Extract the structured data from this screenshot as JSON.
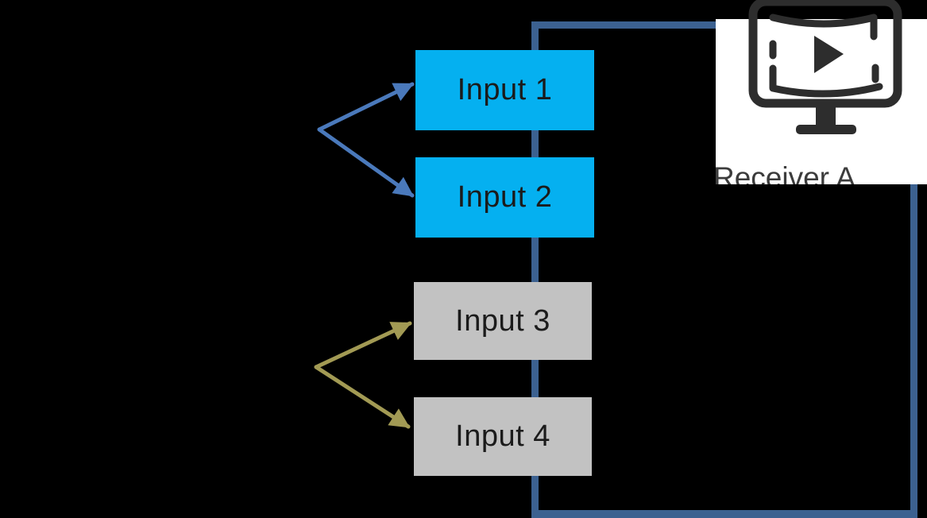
{
  "background": "#000000",
  "inputs": [
    {
      "label": "Input 1",
      "fill": "#05b0f0",
      "group": "blue-pair"
    },
    {
      "label": "Input 2",
      "fill": "#05b0f0",
      "group": "blue-pair"
    },
    {
      "label": "Input 3",
      "fill": "#c2c2c2",
      "group": "olive-pair"
    },
    {
      "label": "Input 4",
      "fill": "#c2c2c2",
      "group": "olive-pair"
    }
  ],
  "receiver": {
    "label": "Receiver A",
    "icon": "video-monitor-icon",
    "card_bg": "#ffffff",
    "icon_color": "#2d2d2d",
    "label_color": "#3c3c3c"
  },
  "connectors": {
    "line_color": "#3c6190",
    "blue_arrow_color": "#4a79bb",
    "olive_arrow_color": "#a29a54"
  }
}
